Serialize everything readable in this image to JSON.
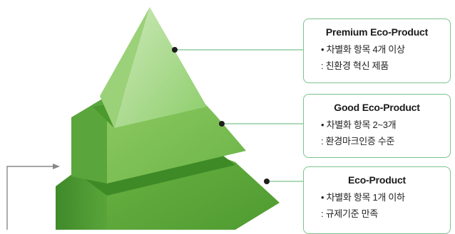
{
  "tiers": [
    {
      "name": "Premium Eco-Product",
      "line1": "• 차별화 항목 4개 이상",
      "line2": " : 친환경 혁신 제품"
    },
    {
      "name": "Good Eco-Product",
      "line1": "• 차별화 항목 2~3개",
      "line2": " : 환경마크인증 수준"
    },
    {
      "name": "Eco-Product",
      "line1": "• 차별화 항목 1개 이하",
      "line2": " : 규제기준 만족"
    }
  ],
  "colors": {
    "box_border": "#7cc38e",
    "leader_line": "#7cc38e",
    "bullet": "#1f1f1f",
    "arrow": "#888888"
  }
}
